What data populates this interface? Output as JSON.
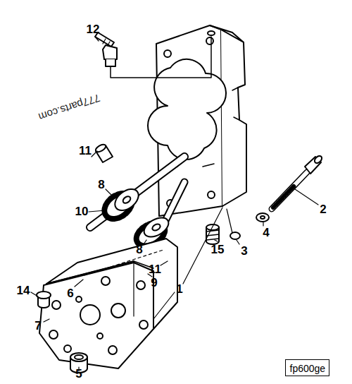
{
  "diagram": {
    "nodes": [
      {
        "text": [
          "fp600ge"
        ]
      }
    ],
    "labels": [
      "12",
      "777parts.com",
      "11",
      "8",
      "10",
      "2",
      "4",
      "3",
      "15",
      "8",
      "14",
      "6",
      "11",
      "9",
      "1",
      "7",
      "5"
    ]
  }
}
